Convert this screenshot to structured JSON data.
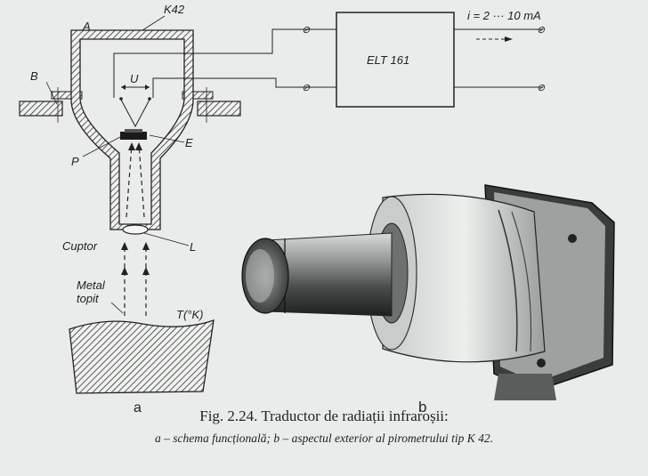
{
  "diagram": {
    "labels": {
      "k42": "K42",
      "a": "A",
      "b": "B",
      "u": "U",
      "e": "E",
      "p": "P",
      "l": "L",
      "cuptor": "Cuptor",
      "metal": "Metal",
      "topit": "topit",
      "temp": "T(°K)",
      "current": "i = 2 ··· 10 mA",
      "elt": "ELT 161"
    },
    "panel_a": "a",
    "panel_b": "b"
  },
  "caption": {
    "title": "Fig. 2.24. Traductor de radiații infraroșii:",
    "subtitle": "a – schema funcțională; b – aspectul exterior al pirometrului tip K 42."
  }
}
